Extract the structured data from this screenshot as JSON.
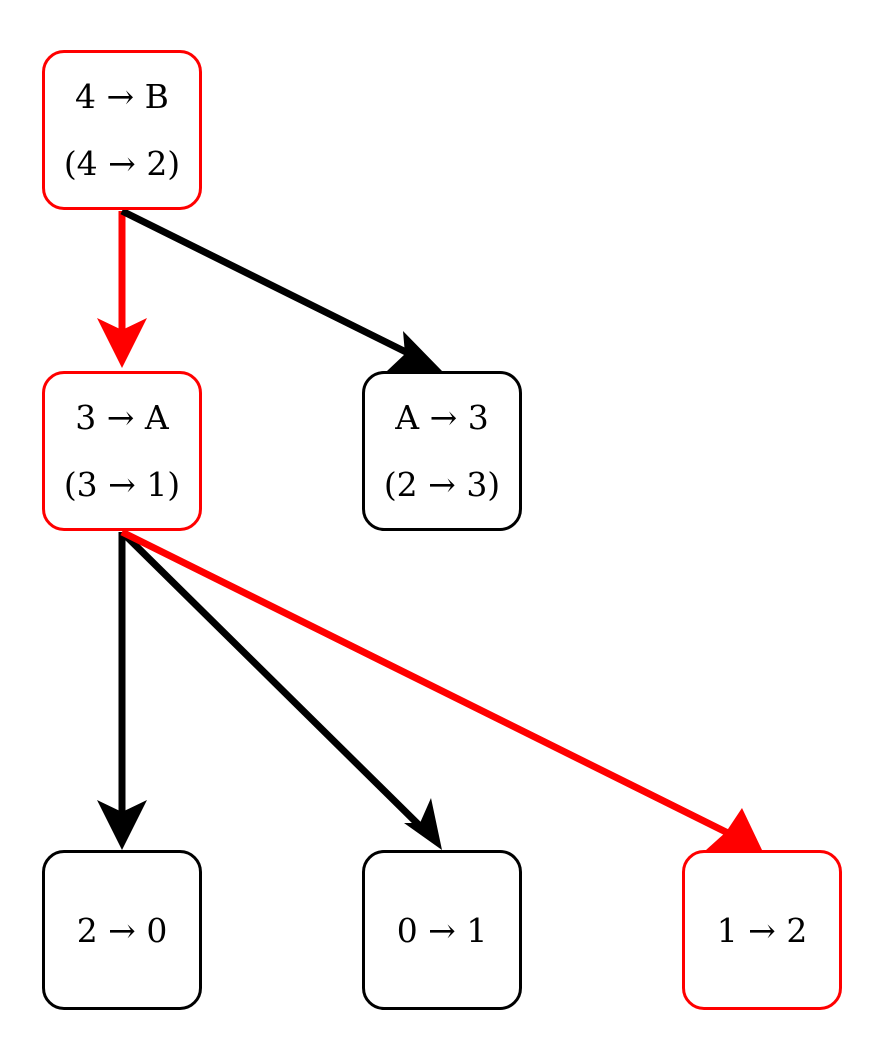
{
  "colors": {
    "highlight": "#ff0000",
    "default": "#000000"
  },
  "nodes": {
    "n4B": {
      "line1": "4 → B",
      "line2": "(4 → 2)",
      "highlighted": true
    },
    "n3A": {
      "line1": "3 → A",
      "line2": "(3 → 1)",
      "highlighted": true
    },
    "nA3": {
      "line1": "A → 3",
      "line2": "(2 → 3)",
      "highlighted": false
    },
    "n20": {
      "line1": "2 → 0",
      "line2": "",
      "highlighted": false
    },
    "n01": {
      "line1": "0 → 1",
      "line2": "",
      "highlighted": false
    },
    "n12": {
      "line1": "1 → 2",
      "line2": "",
      "highlighted": true
    }
  },
  "edges": [
    {
      "from": "4 → B",
      "to": "3 → A",
      "highlighted": true
    },
    {
      "from": "4 → B",
      "to": "A → 3",
      "highlighted": false
    },
    {
      "from": "3 → A",
      "to": "2 → 0",
      "highlighted": false
    },
    {
      "from": "3 → A",
      "to": "0 → 1",
      "highlighted": false
    },
    {
      "from": "3 → A",
      "to": "1 → 2",
      "highlighted": true
    }
  ]
}
